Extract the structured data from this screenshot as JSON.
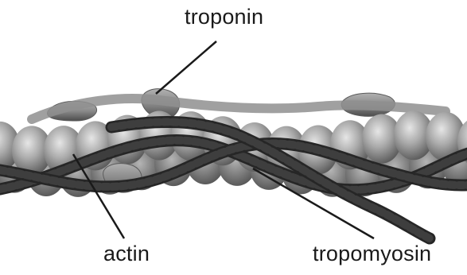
{
  "labels": {
    "troponin": "troponin",
    "actin": "actin",
    "tropomyosin": "tropomyosin"
  },
  "colors": {
    "background": "#ffffff",
    "actin_light": "#cfcfcf",
    "actin_mid": "#9a9a9a",
    "actin_dark": "#555555",
    "tropomyosin": "#3e3e3e",
    "troponin": "#8f8f8f",
    "leader_line": "#1a1a1a"
  }
}
